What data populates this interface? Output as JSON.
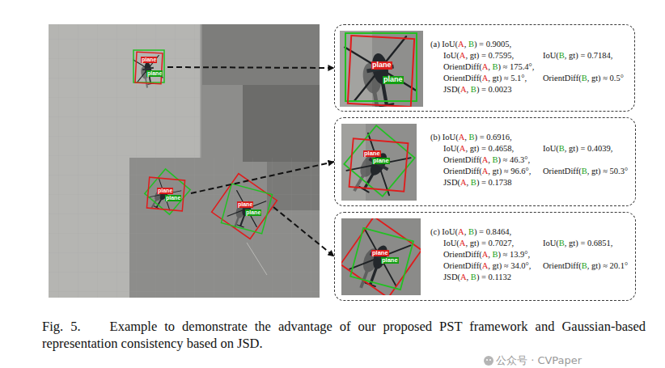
{
  "diagram": {
    "caption": "Fig. 5.    Example to demonstrate the advantage of our proposed PST framework and Gaussian-based representation consistency based on JSD.",
    "nodes": [
      {
        "text": [
          "plane",
          "plane"
        ]
      },
      {
        "text": [
          "plane",
          "plane"
        ]
      },
      {
        "text": [
          "plane",
          "plane"
        ]
      },
      {
        "text": [
          "(a) IoU(A, B) = 0.9005,",
          "IoU(A, gt) = 0.7595,",
          "IoU(B, gt) = 0.7184,",
          "OrientDiff(A, B) ≈ 175.4°,",
          "OrientDiff(A, gt) ≈ 5.1°,",
          "OrientDiff(B, gt) ≈ 0.5°",
          "JSD(A, B) = 0.0023"
        ]
      },
      {
        "text": [
          "(b) IoU(A, B) = 0.6916,",
          "IoU(A, gt) = 0.4658,",
          "IoU(B, gt) = 0.4039,",
          "OrientDiff(A, B) ≈ 46.3°,",
          "OrientDiff(A, gt) ≈ 96.6°,",
          "OrientDiff(B, gt) ≈ 50.3°",
          "JSD(A, B) = 0.1738"
        ]
      },
      {
        "text": [
          "(c) IoU(A, B) = 0.8464,",
          "IoU(A, gt) = 0.7027,",
          "IoU(B, gt) = 0.6851,",
          "OrientDiff(A, B) ≈ 13.9°,",
          "OrientDiff(A, gt) ≈ 34.0°,",
          "OrientDiff(B, gt) ≈ 20.1°",
          "JSD(A, B) = 0.1132"
        ]
      }
    ],
    "edges": [
      {
        "from": 0,
        "to": 3,
        "arrow": "to"
      },
      {
        "from": 1,
        "to": 4,
        "arrow": "to"
      },
      {
        "from": 2,
        "to": 5,
        "arrow": "to"
      }
    ],
    "labels": [
      "plane",
      "plane",
      "plane",
      "plane",
      "plane",
      "plane",
      "公众号 · CVPaper"
    ]
  }
}
